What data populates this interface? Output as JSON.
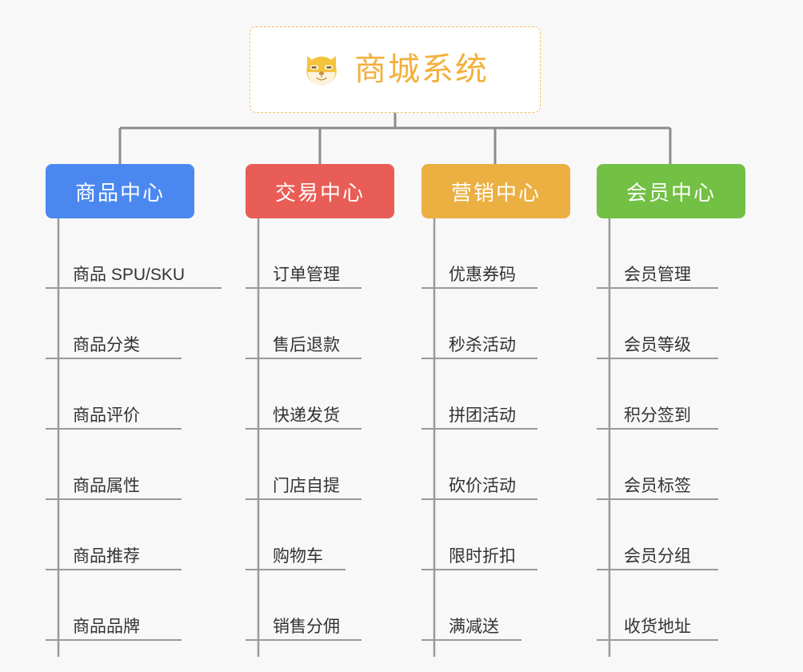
{
  "diagram": {
    "background_color": "#f8f8f8",
    "root": {
      "title": "商城系统",
      "icon": "shiba-dog-icon",
      "border_color": "#f0c060",
      "text_color": "#f2b03c"
    },
    "branches": [
      {
        "label": "商品中心",
        "color": "#4a88f0",
        "items": [
          "商品 SPU/SKU",
          "商品分类",
          "商品评价",
          "商品属性",
          "商品推荐",
          "商品品牌"
        ]
      },
      {
        "label": "交易中心",
        "color": "#e85d55",
        "items": [
          "订单管理",
          "售后退款",
          "快递发货",
          "门店自提",
          "购物车",
          "销售分佣"
        ]
      },
      {
        "label": "营销中心",
        "color": "#ebaf42",
        "items": [
          "优惠券码",
          "秒杀活动",
          "拼团活动",
          "砍价活动",
          "限时折扣",
          "满减送"
        ]
      },
      {
        "label": "会员中心",
        "color": "#72c044",
        "items": [
          "会员管理",
          "会员等级",
          "积分签到",
          "会员标签",
          "会员分组",
          "收货地址"
        ]
      }
    ],
    "connector_color": "#8c8c8c",
    "item_rule_color": "#9a9a9a"
  }
}
